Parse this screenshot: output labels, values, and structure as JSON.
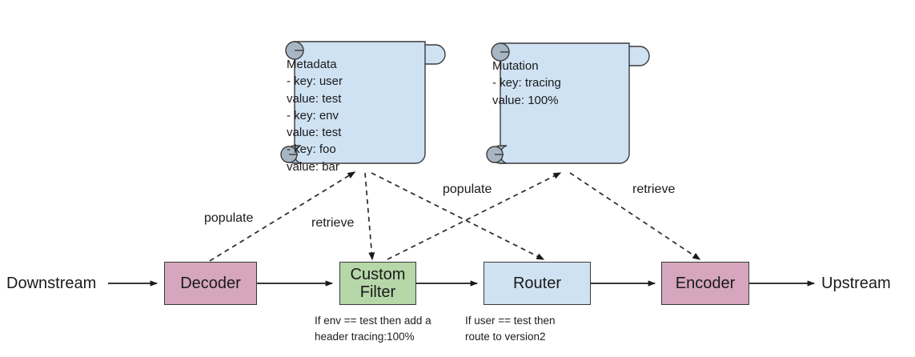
{
  "diagram": {
    "title": "Envoy filter chain metadata flow",
    "colors": {
      "pink": "#d5a6bd",
      "green": "#b6d7a8",
      "blue": "#cfe2f3",
      "stroke": "#3b3b3b",
      "background": "#ffffff"
    }
  },
  "endpoints": {
    "left_label": "Downstream",
    "right_label": "Upstream"
  },
  "nodes": [
    {
      "id": "decoder",
      "label": "Decoder",
      "color": "pink"
    },
    {
      "id": "custom_filter",
      "label": "Custom\nFilter",
      "color": "green"
    },
    {
      "id": "router",
      "label": "Router",
      "color": "blue"
    },
    {
      "id": "encoder",
      "label": "Encoder",
      "color": "pink"
    }
  ],
  "captions": [
    {
      "id": "custom_filter_caption",
      "text": "If env == test then add a\nheader tracing:100%"
    },
    {
      "id": "router_caption",
      "text": "If user == test then\nroute to version2"
    }
  ],
  "documents": [
    {
      "id": "metadata",
      "title": "Metadata",
      "body": "Metadata\n  - key: user\n    value: test\n  - key: env\n    value: test\n  - key: foo\n    value: bar",
      "entries": [
        {
          "key": "user",
          "value": "test"
        },
        {
          "key": "env",
          "value": "test"
        },
        {
          "key": "foo",
          "value": "bar"
        }
      ]
    },
    {
      "id": "mutation",
      "title": "Mutation",
      "body": "Mutation\n  - key: tracing\n    value: 100%",
      "entries": [
        {
          "key": "tracing",
          "value": "100%"
        }
      ]
    }
  ],
  "edges": [
    {
      "id": "flow-downstream-decoder",
      "from": "Downstream",
      "to": "Decoder",
      "label": "",
      "style": "solid"
    },
    {
      "id": "flow-decoder-custom-filter",
      "from": "Decoder",
      "to": "Custom Filter",
      "label": "",
      "style": "solid"
    },
    {
      "id": "flow-custom-filter-router",
      "from": "Custom Filter",
      "to": "Router",
      "label": "",
      "style": "solid"
    },
    {
      "id": "flow-router-encoder",
      "from": "Router",
      "to": "Encoder",
      "label": "",
      "style": "solid"
    },
    {
      "id": "flow-encoder-upstream",
      "from": "Encoder",
      "to": "Upstream",
      "label": "",
      "style": "solid"
    },
    {
      "id": "populate-decoder-metadata",
      "from": "Decoder",
      "to": "Metadata",
      "label": "populate",
      "style": "dashed"
    },
    {
      "id": "retrieve-metadata-custom-filter",
      "from": "Metadata",
      "to": "Custom Filter",
      "label": "retrieve",
      "style": "dashed"
    },
    {
      "id": "populate-custom-filter-mutation",
      "from": "Custom Filter",
      "to": "Mutation",
      "label": "populate",
      "style": "dashed"
    },
    {
      "id": "retrieve-metadata-router",
      "from": "Metadata",
      "to": "Router",
      "label": "",
      "style": "dashed"
    },
    {
      "id": "retrieve-mutation-encoder",
      "from": "Mutation",
      "to": "Encoder",
      "label": "retrieve",
      "style": "dashed"
    }
  ],
  "edge_labels": {
    "populate_left": "populate",
    "retrieve_left": "retrieve",
    "populate_right": "populate",
    "retrieve_right": "retrieve"
  }
}
